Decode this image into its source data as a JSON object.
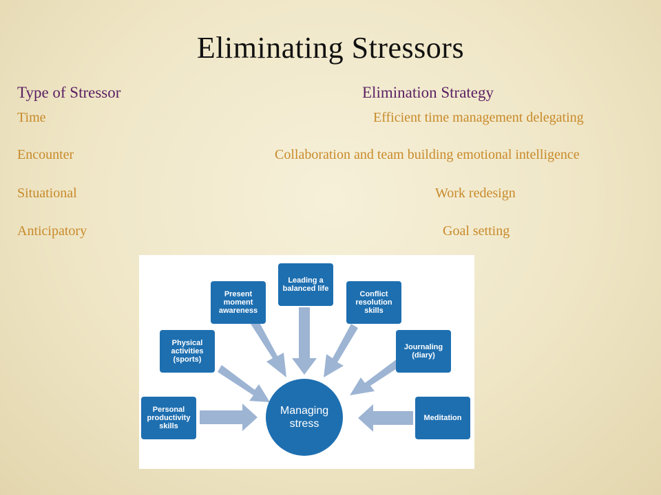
{
  "slide": {
    "title": "Eliminating Stressors",
    "header_left": "Type of Stressor",
    "header_right": "Elimination Strategy",
    "rows": [
      {
        "type": "Time",
        "strategy": "Efficient time management delegating"
      },
      {
        "type": "Encounter",
        "strategy": "Collaboration and team building emotional intelligence"
      },
      {
        "type": "Situational",
        "strategy": "Work redesign"
      },
      {
        "type": "Anticipatory",
        "strategy": "Goal setting"
      }
    ]
  },
  "diagram": {
    "hub": "Managing stress",
    "nodes": [
      "Personal productivity skills",
      "Physical activities (sports)",
      "Present moment awareness",
      "Leading a balanced life",
      "Conflict resolution skills",
      "Journaling (diary)",
      "Meditation"
    ],
    "colors": {
      "node": "#1e6fb0",
      "arrow": "#9db4d3"
    }
  }
}
